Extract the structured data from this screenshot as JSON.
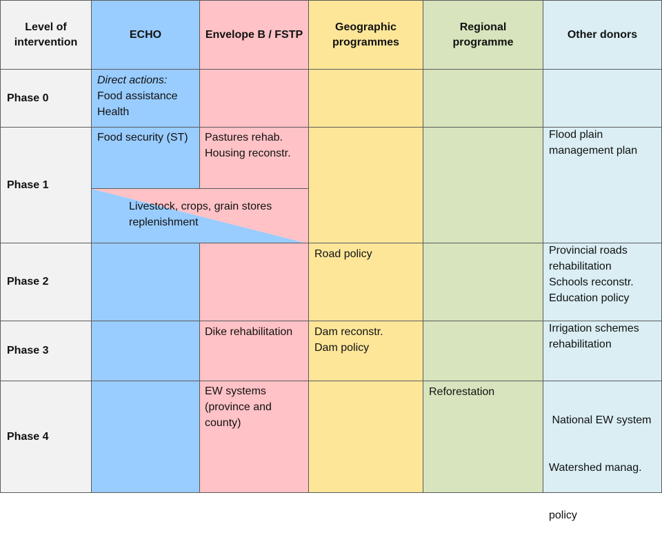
{
  "headers": {
    "level": [
      "Level of",
      "intervention"
    ],
    "echo": "ECHO",
    "envelope": "Envelope B / FSTP",
    "geographic": [
      "Geographic",
      "programmes"
    ],
    "regional": [
      "Regional",
      "programme"
    ],
    "other": "Other donors"
  },
  "phases": [
    "Phase 0",
    "Phase 1",
    "Phase 2",
    "Phase 3",
    "Phase 4"
  ],
  "phase0": {
    "echo_title": "Direct actions:",
    "echo_lines": [
      "Food assistance",
      "Health"
    ]
  },
  "phase1": {
    "echo": "Food security (ST)",
    "envelope": [
      "Pastures rehab.",
      "Housing reconstr."
    ],
    "shared": [
      "Livestock, crops, grain stores",
      "replenishment"
    ],
    "other": [
      "Flood plain",
      "management plan"
    ]
  },
  "phase2": {
    "geographic": "Road policy",
    "other": [
      "Provincial roads",
      "rehabilitation",
      "Schools reconstr.",
      "Education policy"
    ]
  },
  "phase3": {
    "envelope": "Dike rehabilitation",
    "geographic": [
      "Dam reconstr.",
      "Dam policy"
    ],
    "other": [
      "Irrigation schemes",
      "rehabilitation"
    ]
  },
  "phase4": {
    "envelope": [
      "EW systems",
      "(province and",
      "county)"
    ],
    "regional": "Reforestation",
    "other": [
      " National EW system",
      "Watershed manag.",
      "policy"
    ]
  },
  "colors": {
    "level": "#f2f2f2",
    "echo": "#99ccff",
    "envelope": "#ffc2c6",
    "geographic": "#fee699",
    "regional": "#d7e4bd",
    "other": "#daeef3"
  }
}
